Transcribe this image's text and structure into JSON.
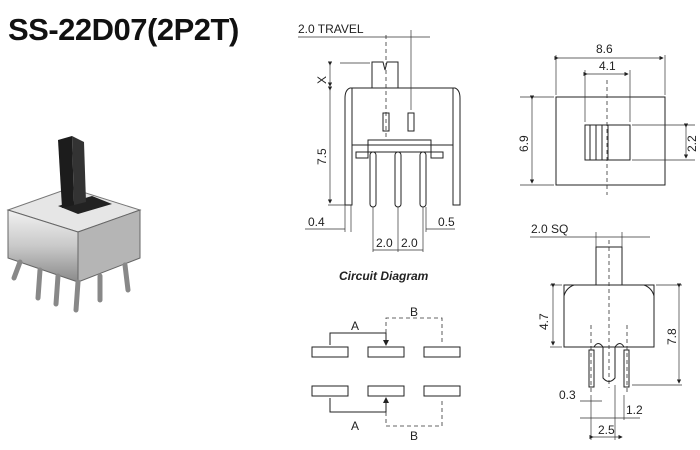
{
  "title": "SS-22D07(2P2T)",
  "side_view": {
    "travel": "2.0 TRAVEL",
    "x_label": "X",
    "height": "7.5",
    "leg_width": "0.4",
    "pin_width": "0.5",
    "pitch_1": "2.0",
    "pitch_2": "2.0"
  },
  "top_view": {
    "width": "8.6",
    "slot_width": "4.1",
    "height": "6.9",
    "slider_height": "2.2"
  },
  "end_view": {
    "stem": "2.0  SQ",
    "body_height": "4.7",
    "total_height": "7.8",
    "pin_thickness": "0.3",
    "pin_offset": "1.2",
    "pin_span": "2.5"
  },
  "circuit": {
    "title": "Circuit Diagram",
    "label_a_top": "A",
    "label_b_top": "B",
    "label_a_bottom": "A",
    "label_b_bottom": "B"
  }
}
